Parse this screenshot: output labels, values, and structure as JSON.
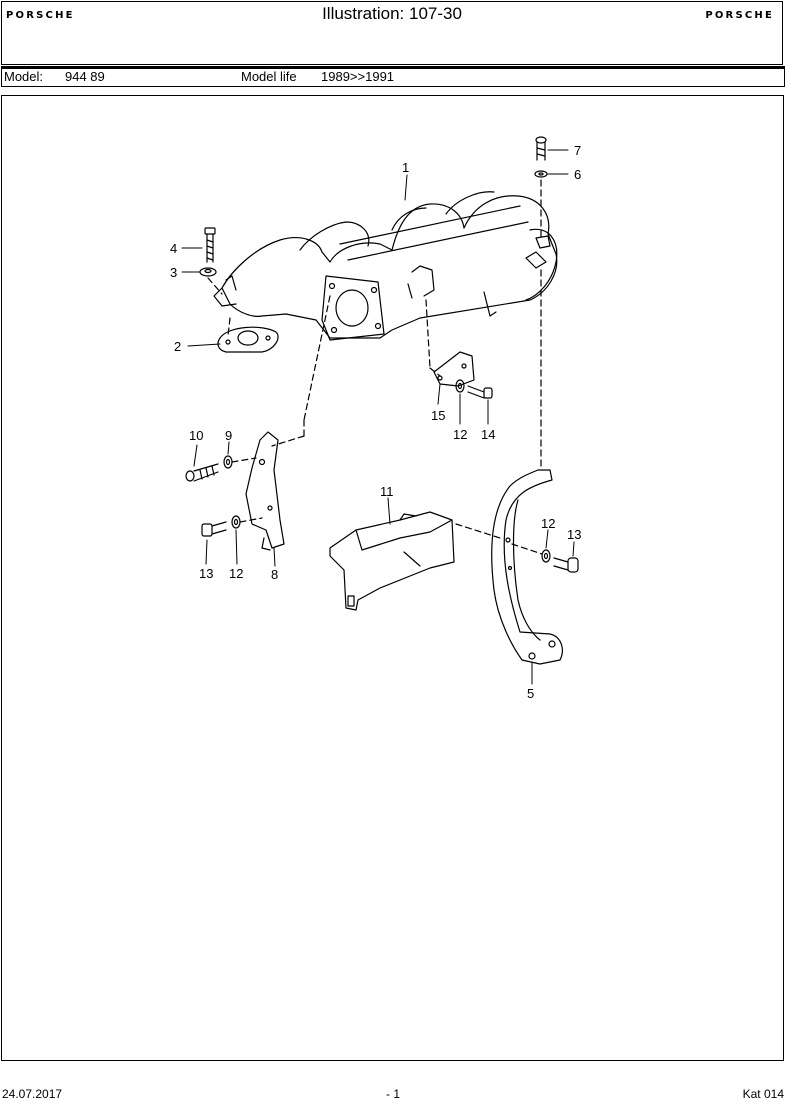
{
  "header": {
    "brand_left": "PORSCHE",
    "brand_right": "PORSCHE",
    "title": "Illustration: 107-30"
  },
  "model_row": {
    "model_label": "Model:",
    "model_value": "944 89",
    "life_label": "Model life",
    "life_value": "1989>>1991"
  },
  "callouts": [
    "1",
    "2",
    "3",
    "4",
    "5",
    "6",
    "7",
    "8",
    "9",
    "10",
    "11",
    "12",
    "12",
    "12",
    "13",
    "13",
    "14",
    "15"
  ],
  "footer": {
    "date": "24.07.2017",
    "page": "- 1",
    "catalog": "Kat 014"
  }
}
